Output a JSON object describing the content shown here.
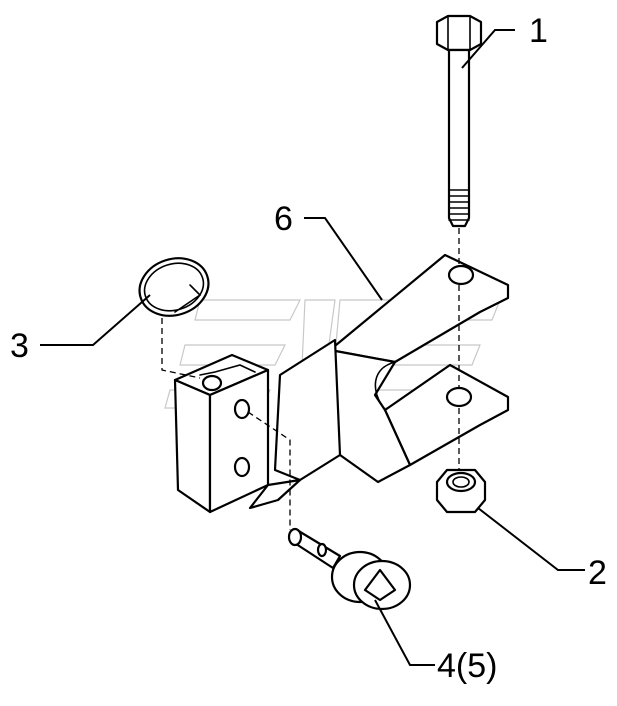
{
  "callouts": {
    "c1": "1",
    "c2": "2",
    "c3": "3",
    "c4": "4(5)",
    "c6": "6"
  },
  "parts": [
    {
      "id": "1",
      "icon": "bolt-icon"
    },
    {
      "id": "2",
      "icon": "hex-nut-icon"
    },
    {
      "id": "3",
      "icon": "spring-ring-icon"
    },
    {
      "id": "4(5)",
      "icon": "pin-icon"
    },
    {
      "id": "6",
      "icon": "bracket-icon"
    }
  ],
  "colors": {
    "line": "#000000",
    "background": "#ffffff",
    "watermark": "#9a9a9a"
  }
}
